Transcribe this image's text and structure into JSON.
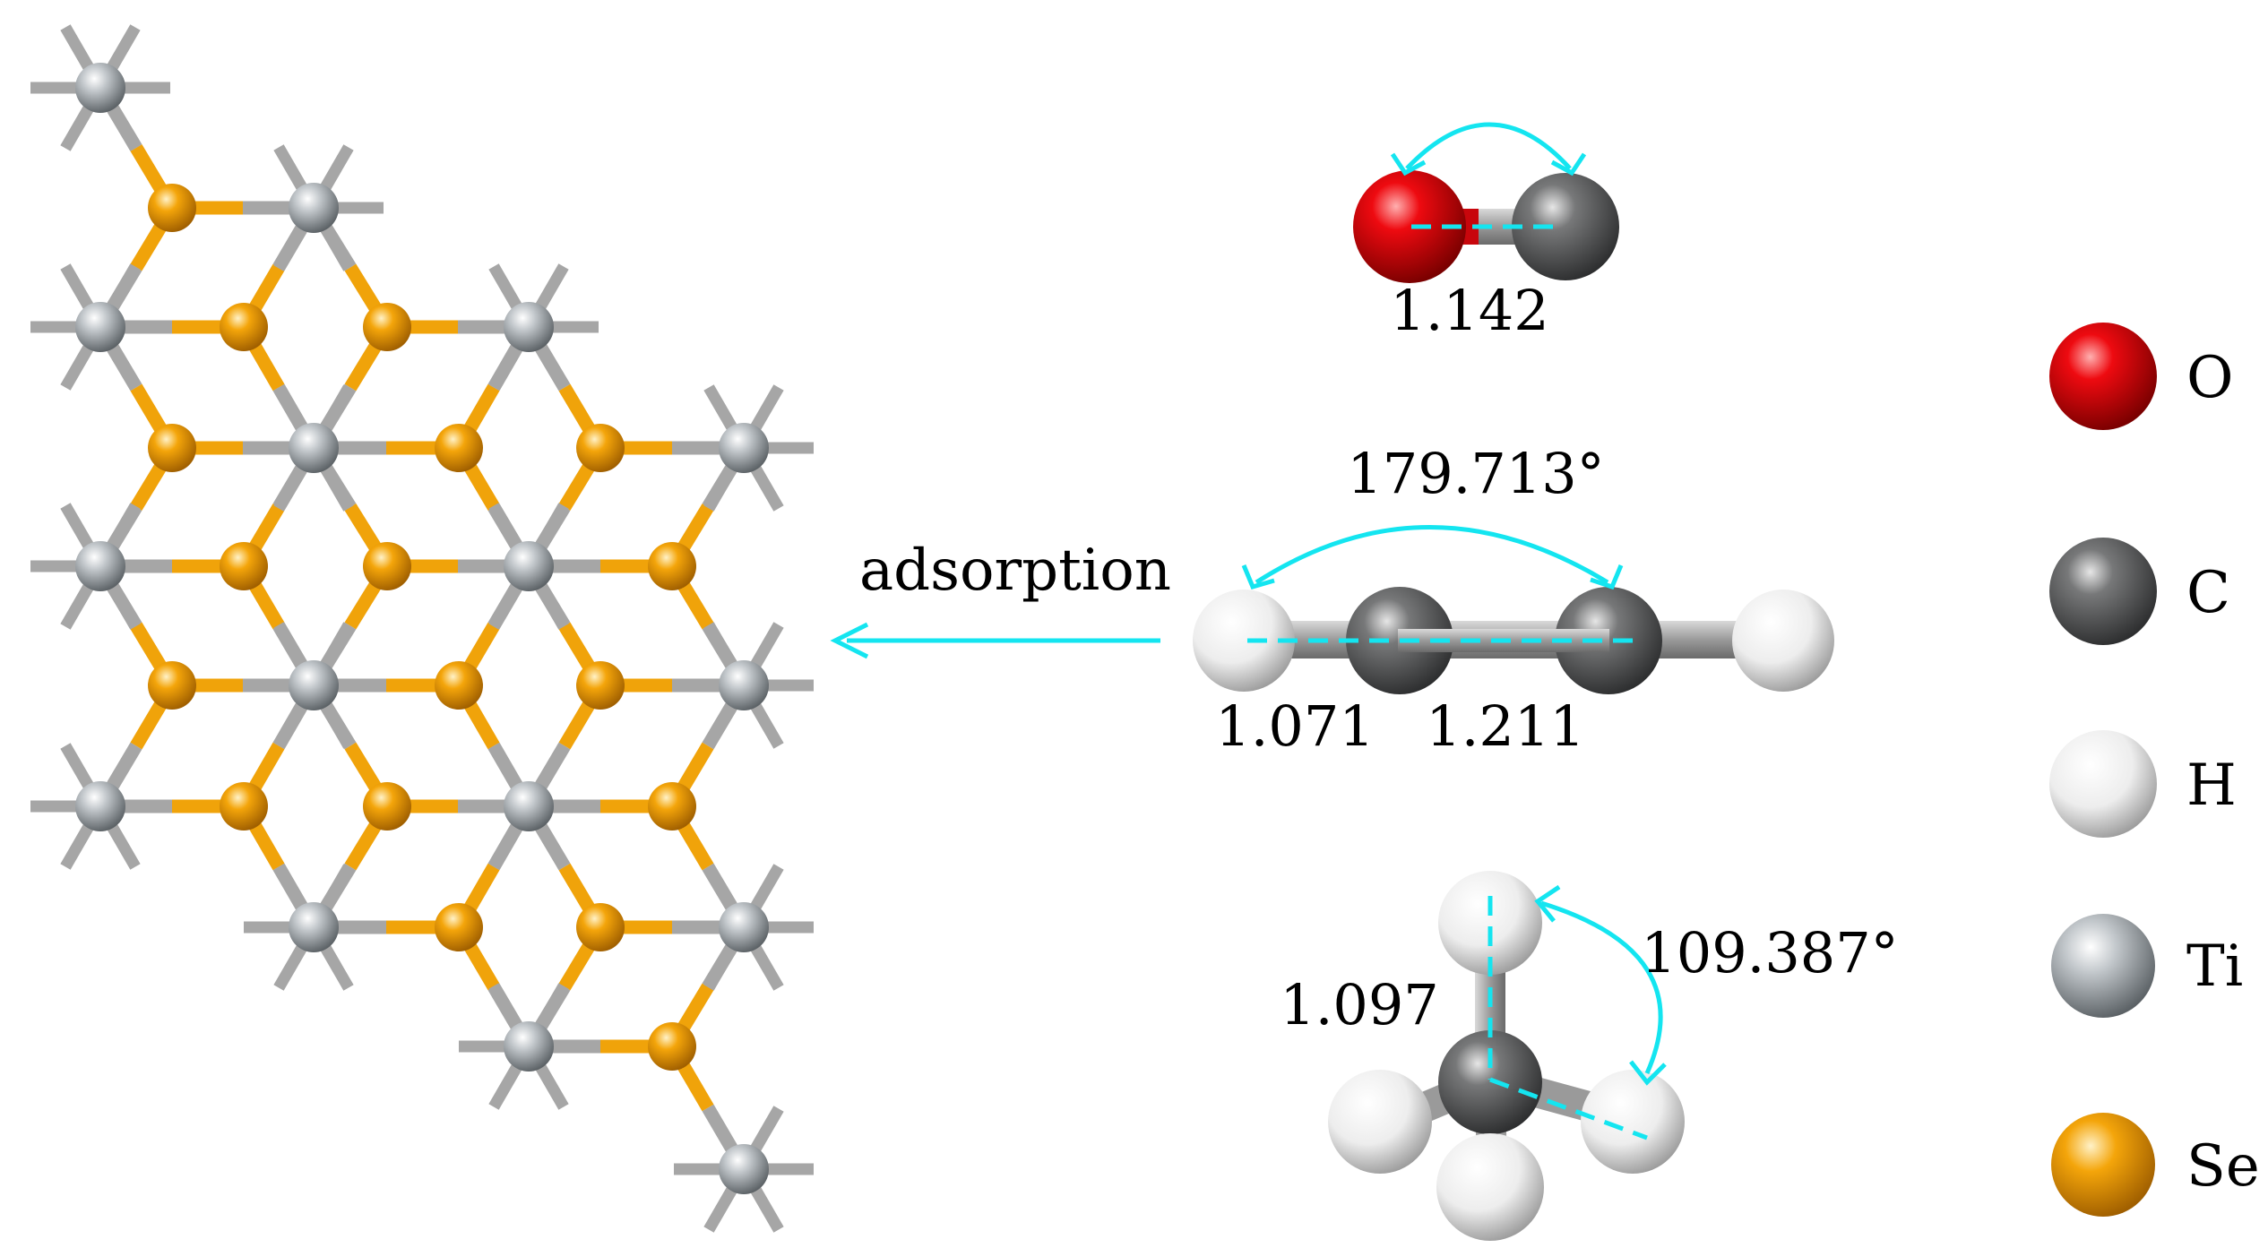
{
  "adsorption_label": "adsorption",
  "molecules": {
    "co": {
      "bond_length": "1.142"
    },
    "c2h2": {
      "angle": "179.713°",
      "bond_h": "1.071",
      "bond_cc": "1.211"
    },
    "ch4": {
      "angle": "109.387°",
      "bond_ch": "1.097"
    }
  },
  "legend": [
    {
      "element": "O",
      "color": "#e4080f"
    },
    {
      "element": "C",
      "color": "#6a6b6c"
    },
    {
      "element": "H",
      "color": "#f3f3f3"
    },
    {
      "element": "Ti",
      "color": "#9aa0a4"
    },
    {
      "element": "Se",
      "color": "#f0a30a"
    }
  ],
  "colors": {
    "annotation": "#14e5f0",
    "ti_bond": "#a6a6a6",
    "se_bond": "#f0a30a"
  }
}
